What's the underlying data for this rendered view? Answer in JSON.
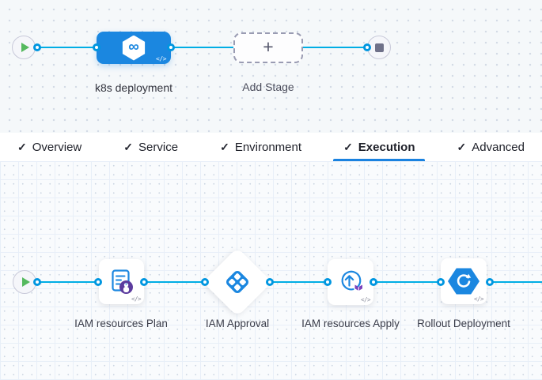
{
  "colors": {
    "accent_blue": "#1b87e0",
    "connector_line_blue": "#00ade4",
    "connector_dot_ring": "#0096e0",
    "play_green": "#55b95e",
    "stop_gray": "#6f7189",
    "tab_underline_blue": "#1a82e0",
    "terraform_purple": "#7b42bc",
    "plan_badge_purple": "#5c3c9e"
  },
  "glyphs": {
    "check": "✓",
    "plus": "+",
    "infinity": "∞",
    "code_badge": "</>"
  },
  "stage_canvas": {
    "stage_label": "k8s deployment",
    "add_stage_label": "Add Stage"
  },
  "tabs": {
    "items": [
      {
        "label": "Overview",
        "checked": true,
        "active": false
      },
      {
        "label": "Service",
        "checked": true,
        "active": false
      },
      {
        "label": "Environment",
        "checked": true,
        "active": false
      },
      {
        "label": "Execution",
        "checked": true,
        "active": true
      },
      {
        "label": "Advanced",
        "checked": true,
        "active": false
      }
    ]
  },
  "execution_canvas": {
    "steps": [
      {
        "label": "IAM resources Plan",
        "type": "terraform-plan"
      },
      {
        "label": "IAM Approval",
        "type": "approval"
      },
      {
        "label": "IAM resources Apply",
        "type": "terraform-apply"
      },
      {
        "label": "Rollout Deployment",
        "type": "k8s-rolling-rollout"
      }
    ]
  }
}
